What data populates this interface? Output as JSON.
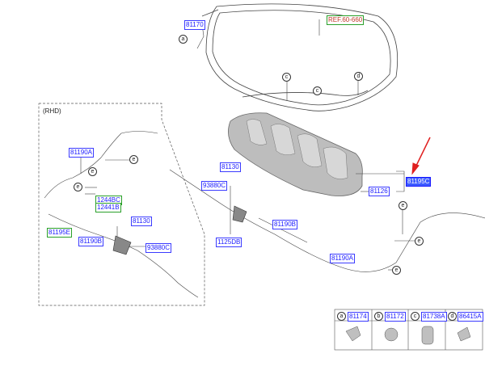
{
  "section_label": "(RHD)",
  "part_labels": [
    {
      "id": "l-81170",
      "text": "81170",
      "style": "blue"
    },
    {
      "id": "l-ref",
      "text": "REF.60-660",
      "style": "olive"
    },
    {
      "id": "l-81190a-rhd",
      "text": "81190A",
      "style": "blue"
    },
    {
      "id": "l-1244bc",
      "text": "1244BC",
      "style": "green"
    },
    {
      "id": "l-12441b",
      "text": "12441B",
      "style": "green"
    },
    {
      "id": "l-81195e",
      "text": "81195E",
      "style": "green"
    },
    {
      "id": "l-81190b-rhd",
      "text": "81190B",
      "style": "blue"
    },
    {
      "id": "l-81130-rhd",
      "text": "81130",
      "style": "blue"
    },
    {
      "id": "l-93880c-rhd",
      "text": "93880C",
      "style": "blue"
    },
    {
      "id": "l-81130",
      "text": "81130",
      "style": "blue"
    },
    {
      "id": "l-93880c",
      "text": "93880C",
      "style": "blue"
    },
    {
      "id": "l-1125db",
      "text": "1125DB",
      "style": "blue"
    },
    {
      "id": "l-81190b",
      "text": "81190B",
      "style": "blue"
    },
    {
      "id": "l-81190a",
      "text": "81190A",
      "style": "blue"
    },
    {
      "id": "l-81126",
      "text": "81126",
      "style": "blue"
    },
    {
      "id": "l-81195c",
      "text": "81195C",
      "style": "highlight"
    }
  ],
  "callouts": [
    "a",
    "c",
    "c",
    "d",
    "e",
    "e",
    "e",
    "e",
    "e",
    "e"
  ],
  "legend": [
    {
      "letter": "a",
      "part": "81174"
    },
    {
      "letter": "b",
      "part": "81172"
    },
    {
      "letter": "c",
      "part": "81738A"
    },
    {
      "letter": "d",
      "part": "86415A"
    }
  ],
  "colors": {
    "label_text": "#1a1aff",
    "label_border": "#3b3bff",
    "highlight_bg": "#3d5bff",
    "arrow": "#e02020",
    "panel": "#bdbdbd"
  }
}
